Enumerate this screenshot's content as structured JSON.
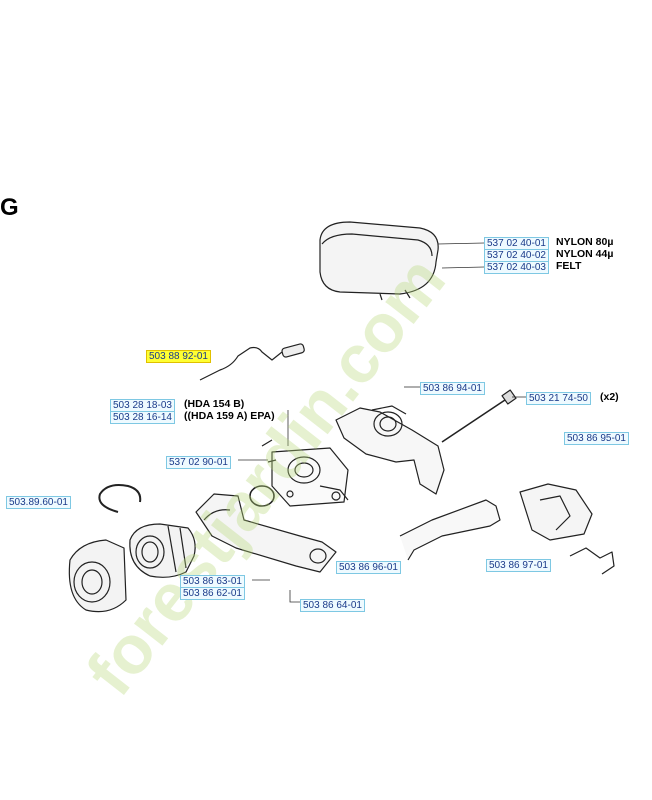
{
  "section_letter": "G",
  "watermark": "forestjardin.com",
  "labels": [
    {
      "id": "p1",
      "text": "537 02 40-01",
      "note": "NYLON 80µ"
    },
    {
      "id": "p2",
      "text": "537 02 40-02",
      "note": "NYLON 44µ"
    },
    {
      "id": "p3",
      "text": "537 02 40-03",
      "note": "FELT"
    },
    {
      "id": "p4",
      "text": "503 88 92-01",
      "note": "",
      "highlight": true
    },
    {
      "id": "p5",
      "text": "503 86 94-01",
      "note": ""
    },
    {
      "id": "p6",
      "text": "503 21 74-50",
      "note": "(x2)"
    },
    {
      "id": "p7",
      "text": "503 28 18-03",
      "note": "(HDA 154 B)"
    },
    {
      "id": "p8",
      "text": "503 28 16-14",
      "note": "((HDA 159 A) EPA)"
    },
    {
      "id": "p9",
      "text": "503 86 95-01",
      "note": ""
    },
    {
      "id": "p10",
      "text": "537 02 90-01",
      "note": ""
    },
    {
      "id": "p11",
      "text": "503.89.60-01",
      "note": ""
    },
    {
      "id": "p12",
      "text": "503 86 96-01",
      "note": ""
    },
    {
      "id": "p13",
      "text": "503 86 97-01",
      "note": ""
    },
    {
      "id": "p14",
      "text": "503 86 63-01",
      "note": ""
    },
    {
      "id": "p15",
      "text": "503 86 62-01",
      "note": ""
    },
    {
      "id": "p16",
      "text": "503 86 64-01",
      "note": ""
    }
  ]
}
